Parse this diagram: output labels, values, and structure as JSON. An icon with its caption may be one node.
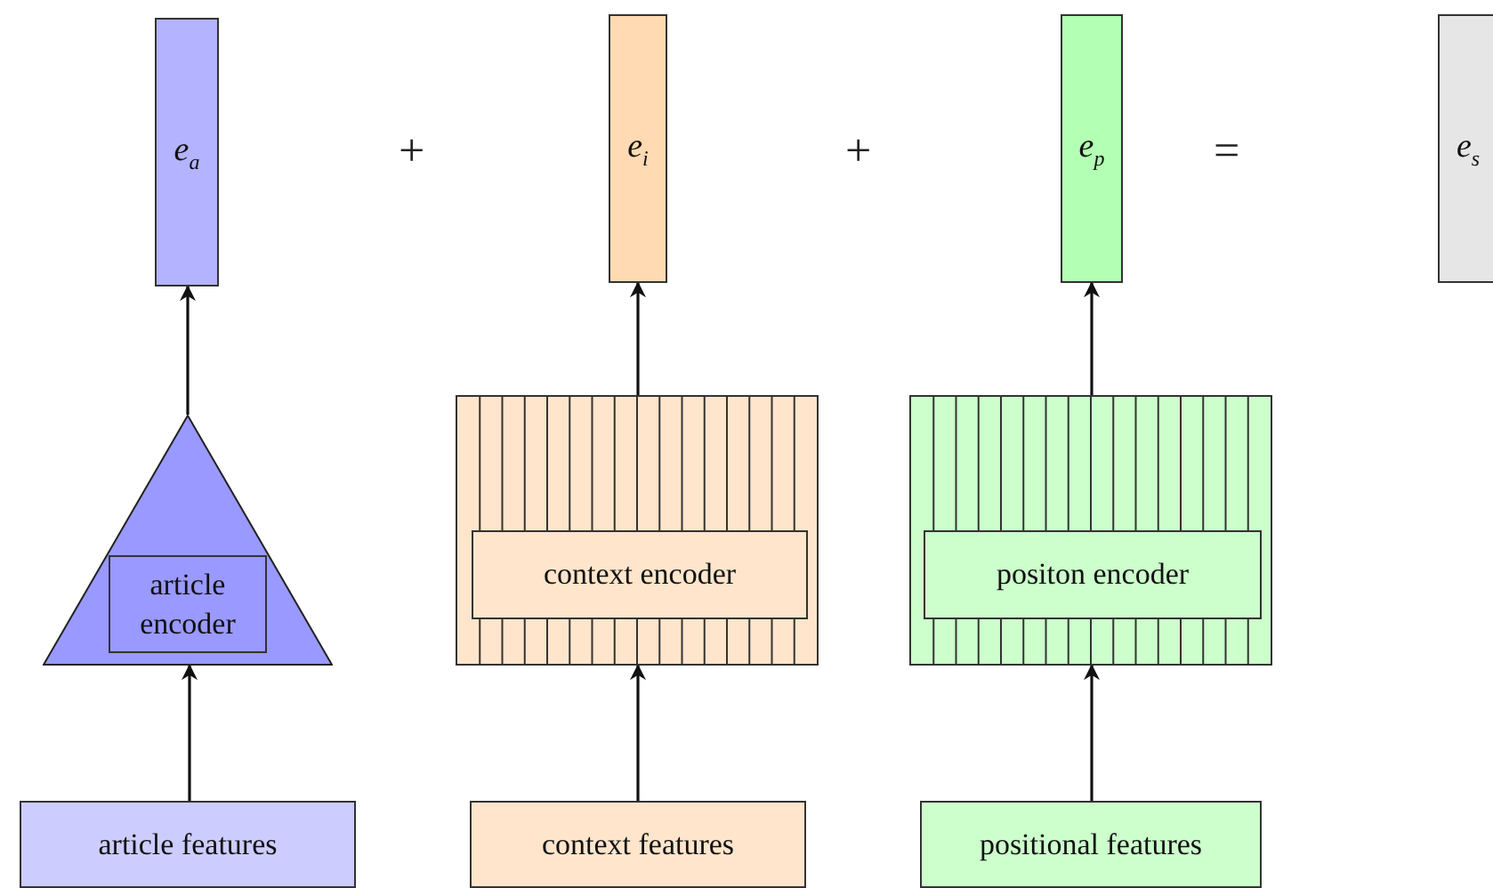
{
  "diagram": {
    "nodes": [
      {
        "text": [
          "e$_{a}$"
        ]
      },
      {
        "text": [
          "e$_{i}$"
        ]
      },
      {
        "text": [
          "e$_{p}$"
        ]
      },
      {
        "text": [
          "e$_{s}$"
        ]
      },
      {
        "text": [],
        "shape": "triangle"
      },
      {
        "text": [
          "article encoder"
        ],
        "in": 4
      },
      {
        "text": [],
        "shape": "box"
      },
      {
        "text": [
          "context encoder"
        ],
        "in": 6
      },
      {
        "text": [],
        "shape": "box"
      },
      {
        "text": [
          "positon encoder"
        ],
        "in": 8
      },
      {
        "text": [
          "article features"
        ]
      },
      {
        "text": [
          "context features"
        ]
      },
      {
        "text": [
          "positional features"
        ]
      }
    ],
    "edges": [
      {
        "from": 10,
        "to": 4,
        "arrow": "to"
      },
      {
        "from": 4,
        "to": 0,
        "arrow": "to"
      },
      {
        "from": 11,
        "to": 6,
        "arrow": "to"
      },
      {
        "from": 6,
        "to": 1,
        "arrow": "to"
      },
      {
        "from": 12,
        "to": 8,
        "arrow": "to"
      },
      {
        "from": 8,
        "to": 2,
        "arrow": "to"
      }
    ],
    "labels": [
      "+",
      "+",
      "="
    ]
  }
}
